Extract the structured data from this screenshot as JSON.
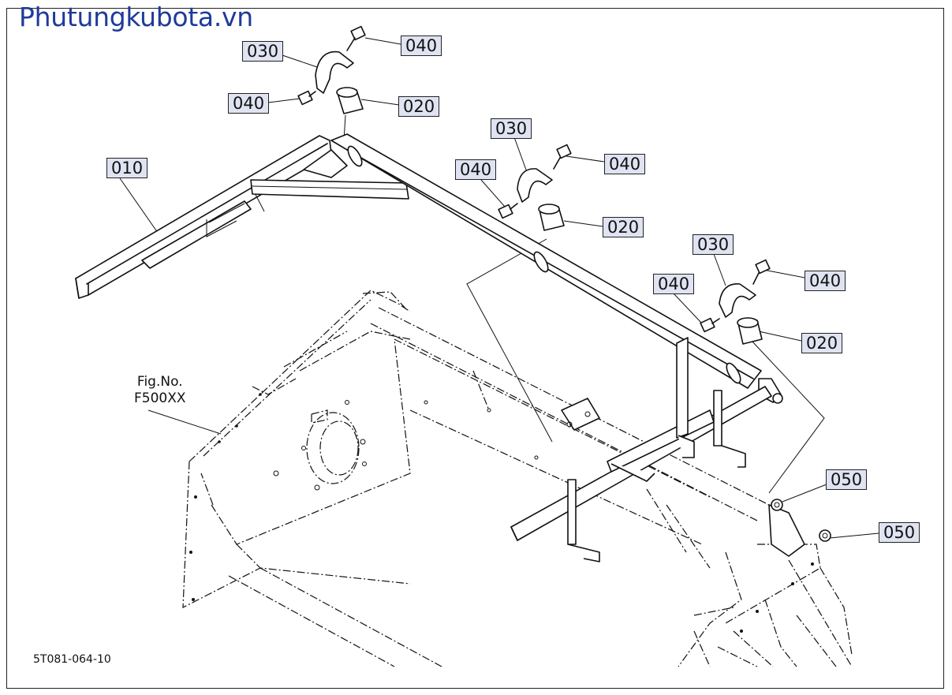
{
  "watermark": "Phutungkubota.vn",
  "figure": {
    "label": "Fig.No.",
    "number": "F500XX"
  },
  "drawing_code": "5T081-064-10",
  "callouts": {
    "c010": "010",
    "c020a": "020",
    "c020b": "020",
    "c020c": "020",
    "c030a": "030",
    "c030b": "030",
    "c030c": "030",
    "c040a": "040",
    "c040b": "040",
    "c040c": "040",
    "c040d": "040",
    "c040e": "040",
    "c040f": "040",
    "c050a": "050",
    "c050b": "050"
  },
  "colors": {
    "callout_fill": "#dfe3f2",
    "watermark": "#1e3a9a",
    "line": "#111111"
  }
}
